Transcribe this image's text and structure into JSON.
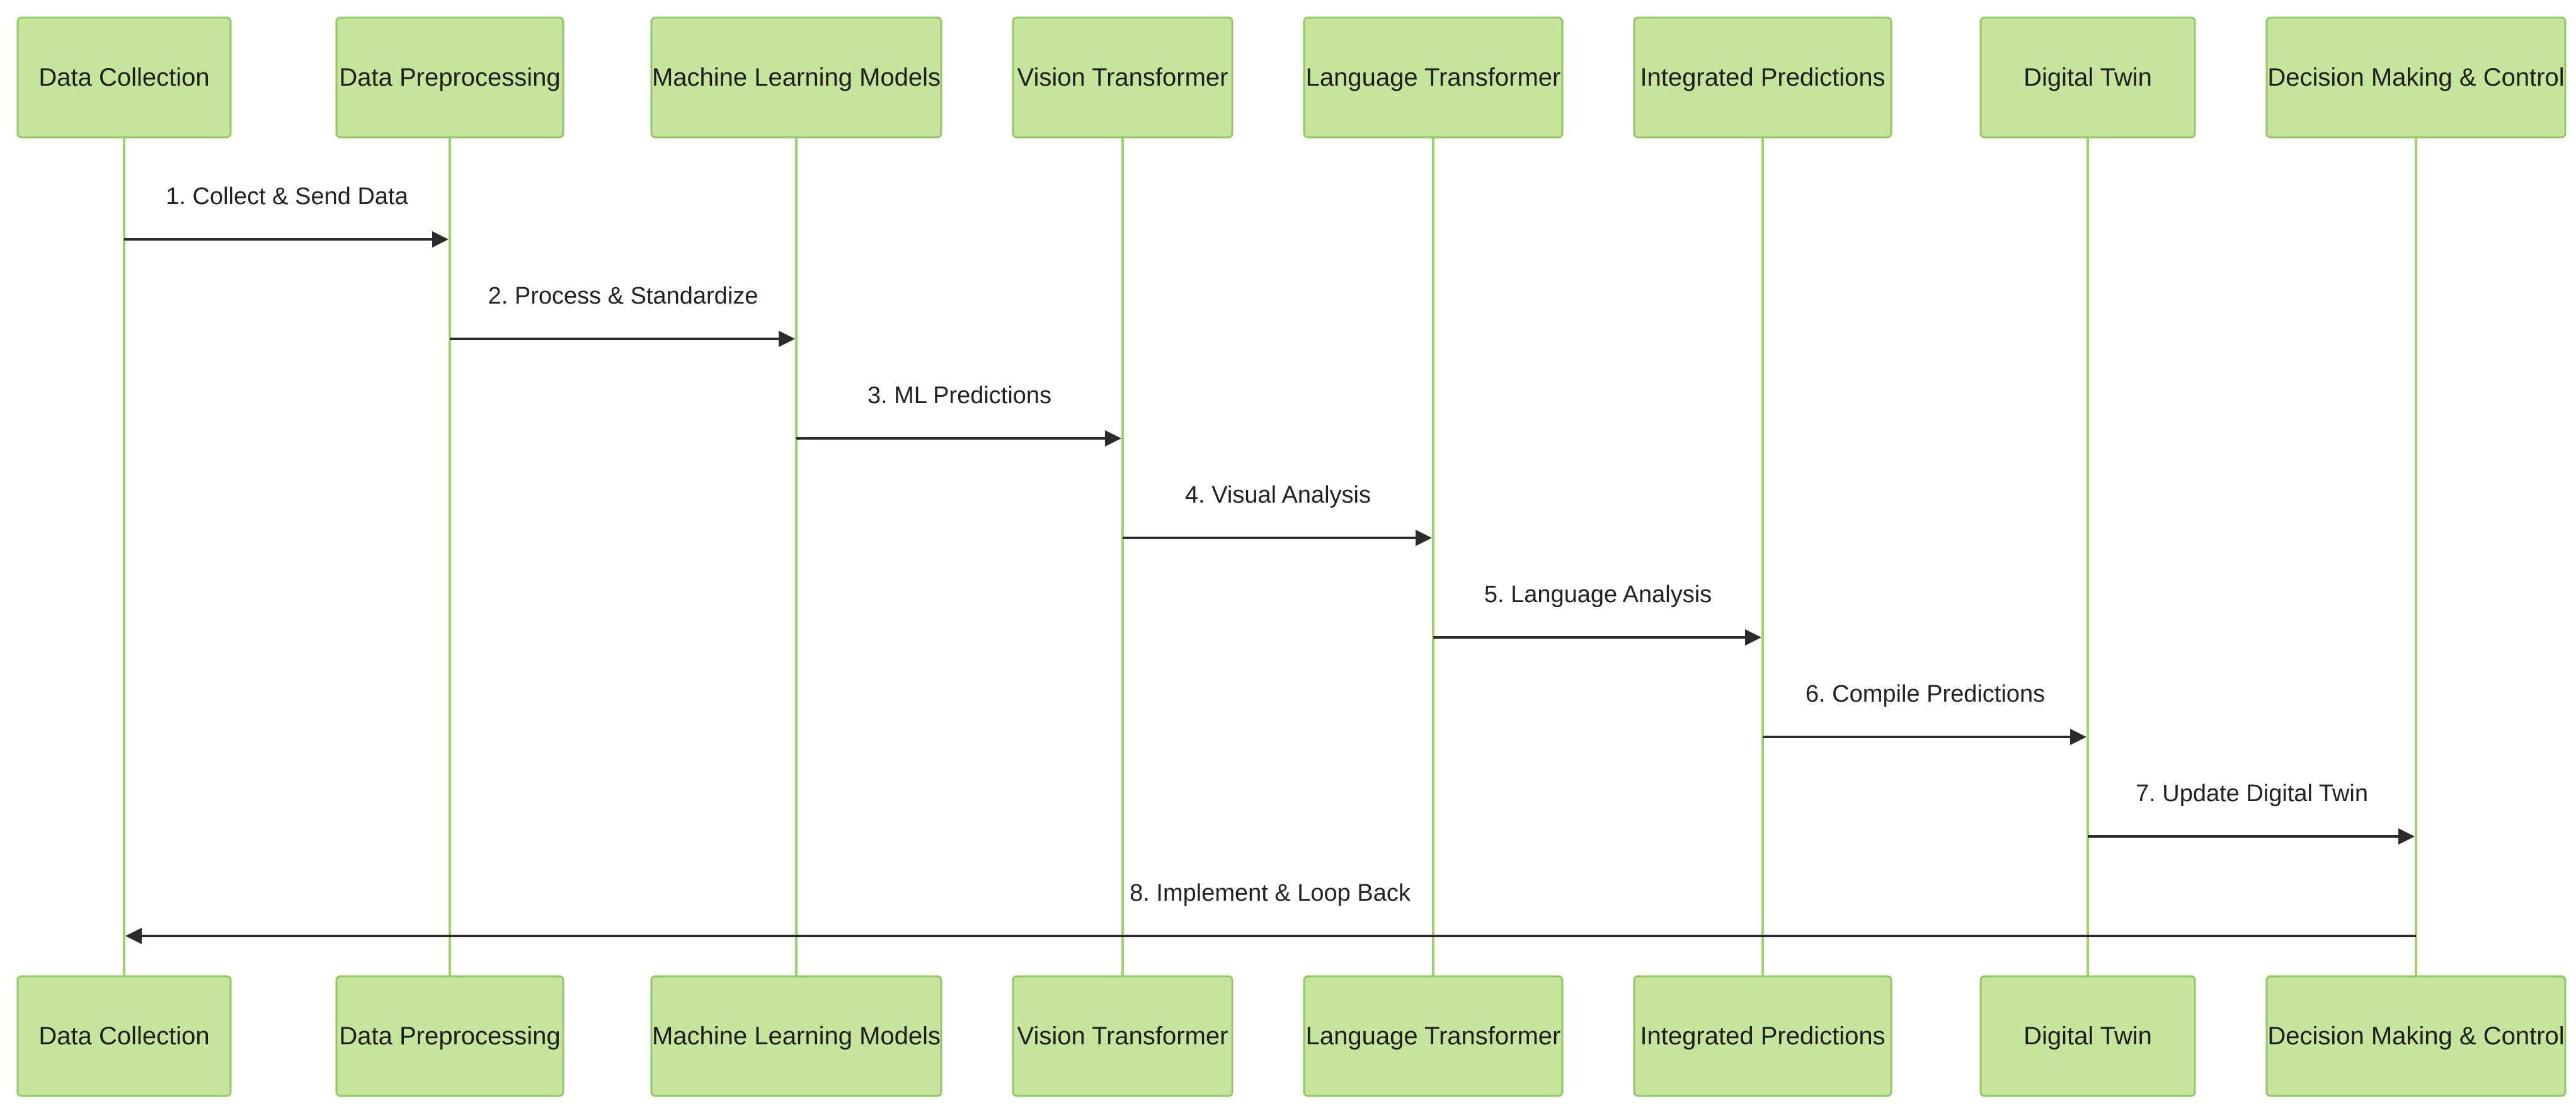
{
  "participants": [
    {
      "id": "data-collection",
      "label": "Data Collection"
    },
    {
      "id": "data-preprocessing",
      "label": "Data Preprocessing"
    },
    {
      "id": "machine-learning-models",
      "label": "Machine Learning Models"
    },
    {
      "id": "vision-transformer",
      "label": "Vision Transformer"
    },
    {
      "id": "language-transformer",
      "label": "Language Transformer"
    },
    {
      "id": "integrated-predictions",
      "label": "Integrated Predictions"
    },
    {
      "id": "digital-twin",
      "label": "Digital Twin"
    },
    {
      "id": "decision-making-control",
      "label": "Decision Making & Control"
    }
  ],
  "messages": [
    {
      "from": 0,
      "to": 1,
      "label": "1. Collect & Send Data"
    },
    {
      "from": 1,
      "to": 2,
      "label": "2. Process & Standardize"
    },
    {
      "from": 2,
      "to": 3,
      "label": "3. ML Predictions"
    },
    {
      "from": 3,
      "to": 4,
      "label": "4. Visual Analysis"
    },
    {
      "from": 4,
      "to": 5,
      "label": "5. Language Analysis"
    },
    {
      "from": 5,
      "to": 6,
      "label": "6. Compile Predictions"
    },
    {
      "from": 6,
      "to": 7,
      "label": "7. Update Digital Twin"
    },
    {
      "from": 7,
      "to": 0,
      "label": "8. Implement & Loop Back"
    }
  ],
  "colors": {
    "actor_fill": "#c6e49b",
    "actor_border": "#93c765",
    "lifeline": "#9fd36a",
    "arrow": "#2b2b2b"
  }
}
